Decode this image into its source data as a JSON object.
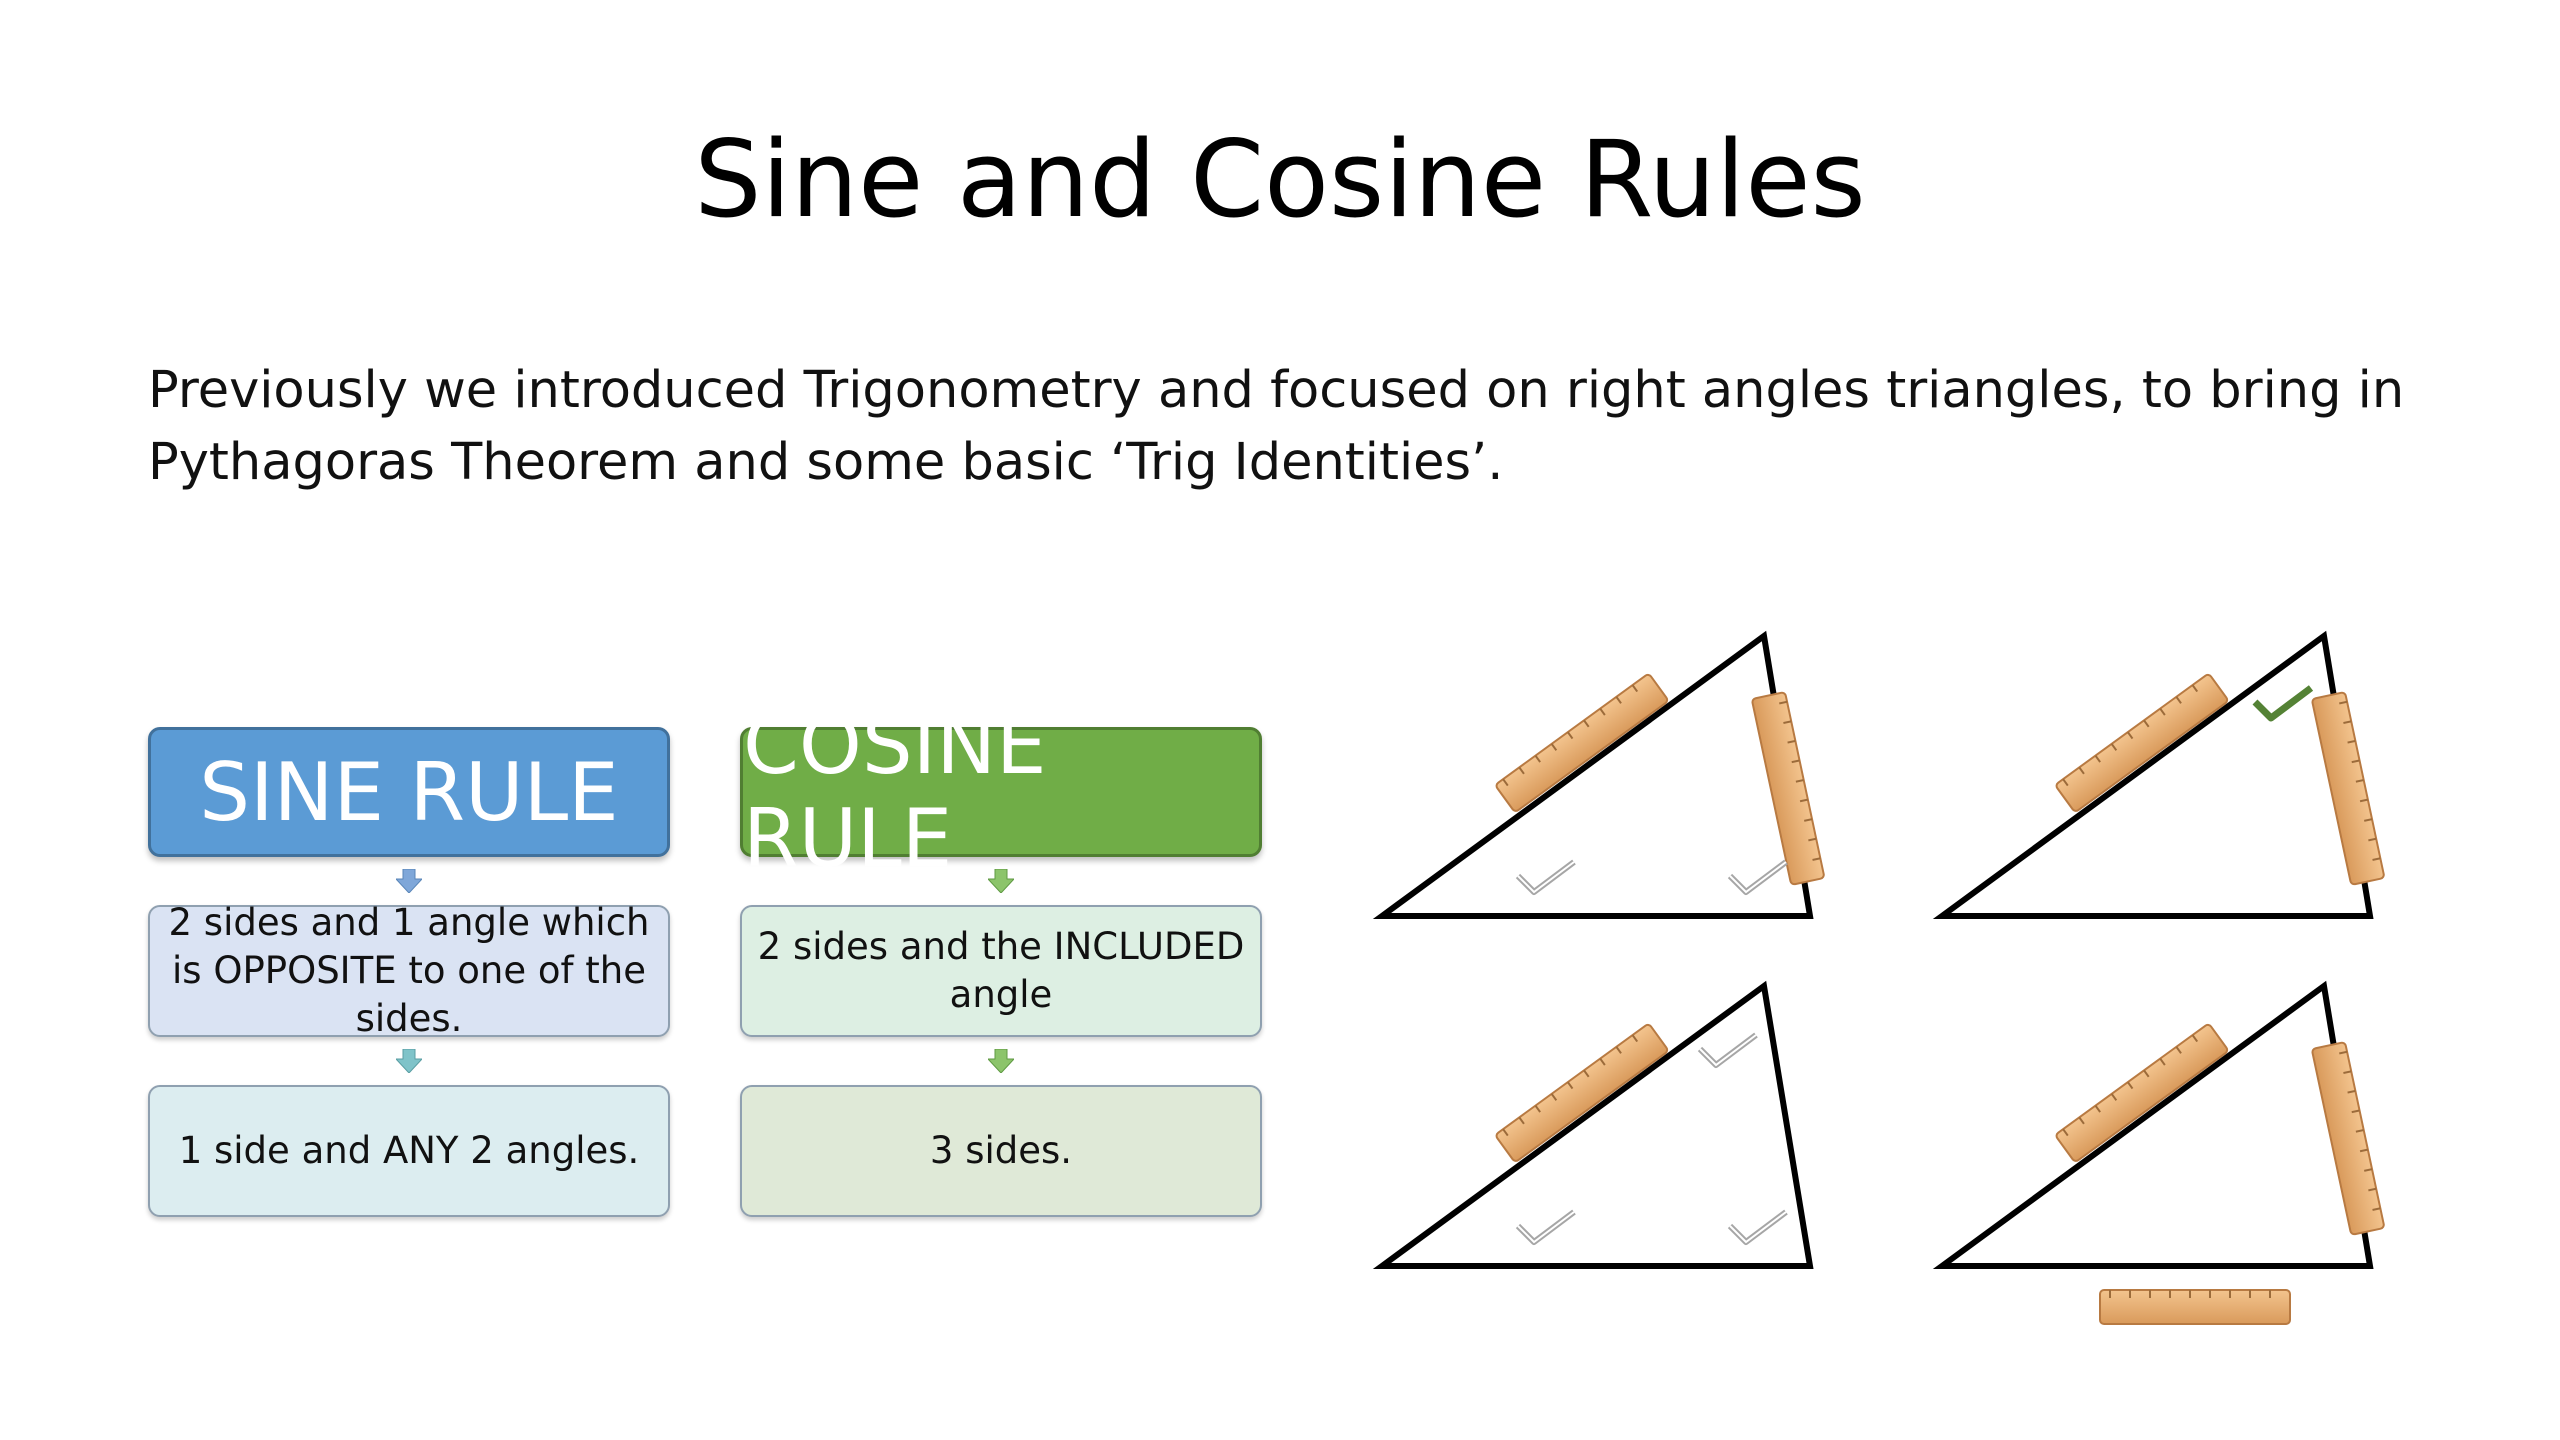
{
  "slide": {
    "title": "Sine and Cosine Rules",
    "intro_line1": "Previously we introduced Trigonometry and focused on right angles triangles, to bring in",
    "intro_line2": "Pythagoras Theorem and some basic ‘Trig Identities’."
  },
  "sine_rule": {
    "title": "SINE RULE",
    "case1": "2 sides and 1 angle which is OPPOSITE to one of the sides.",
    "case2": "1 side and ANY 2 angles."
  },
  "cosine_rule": {
    "title": "COSINE RULE",
    "case1": "2 sides and the INCLUDED angle",
    "case2": "3 sides."
  },
  "colors": {
    "sine_header": "#5b9bd5",
    "cosine_header": "#70ad47",
    "ruler": "#e8b27a",
    "tick_grey": "#a6a6a6",
    "tick_green": "#548235"
  },
  "icons": [
    "ruler-icon",
    "check-icon",
    "triangle-icon"
  ]
}
